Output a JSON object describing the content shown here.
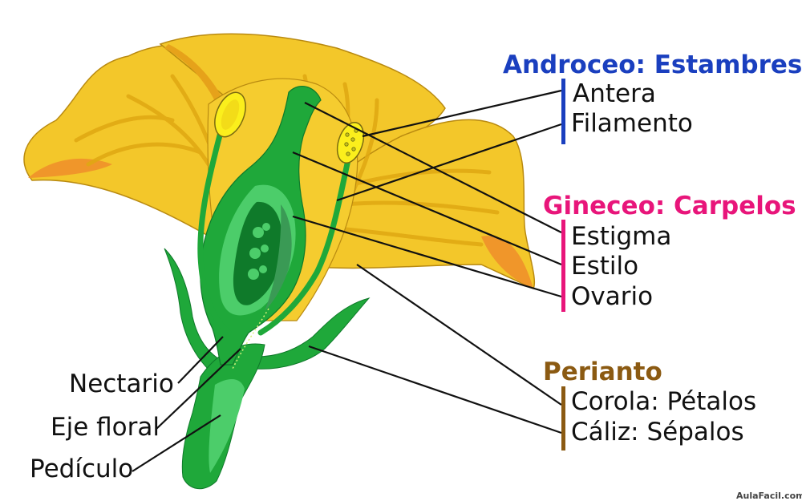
{
  "groups": {
    "androceo": {
      "title": "Androceo: Estambres",
      "color": "#1a3fbf",
      "items": [
        "Antera",
        "Filamento"
      ]
    },
    "gineceo": {
      "title": "Gineceo: Carpelos",
      "color": "#e8157a",
      "items": [
        "Estigma",
        "Estilo",
        "Ovario"
      ]
    },
    "perianto": {
      "title": "Perianto",
      "color": "#8b5a12",
      "items": [
        "Corola: Pétalos",
        "Cáliz: Sépalos"
      ]
    }
  },
  "left_labels": [
    "Nectario",
    "Eje floral",
    "Pedículo"
  ],
  "watermark": "AulaFacil.com",
  "colors": {
    "petal": "#f3c72a",
    "petal_vein": "#e0a812",
    "petal_edge": "#f0962a",
    "green": "#1fa83a",
    "green_light": "#4ccd6a",
    "green_dark": "#0f7a2a",
    "anther": "#fbef1c"
  }
}
